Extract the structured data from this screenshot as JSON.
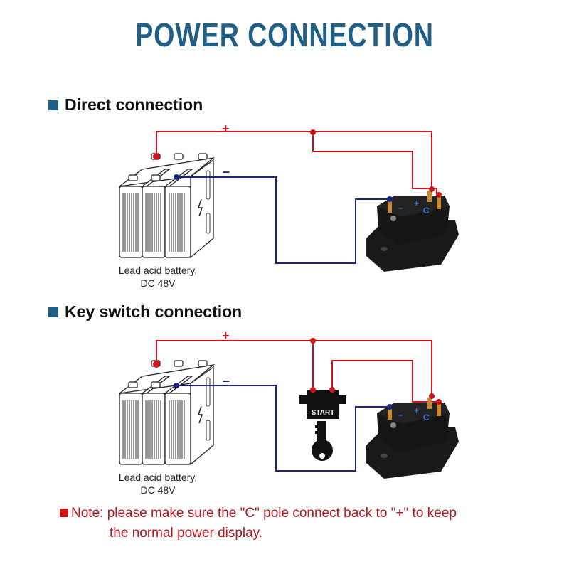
{
  "title": "POWER CONNECTION",
  "colors": {
    "title": "#1f5f86",
    "positive_wire": "#d0141c",
    "negative_wire": "#1a237e",
    "note_text": "#b3161c",
    "device_body": "#141414"
  },
  "sections": [
    {
      "heading": "Direct connection",
      "positive_label": "+",
      "negative_label": "–",
      "battery_label_line1": "Lead acid battery,",
      "battery_label_line2": "DC 48V",
      "meter_terminals": [
        "–",
        "+",
        "C"
      ]
    },
    {
      "heading": "Key switch connection",
      "positive_label": "+",
      "negative_label": "–",
      "battery_label_line1": "Lead acid battery,",
      "battery_label_line2": "DC 48V",
      "switch_label": "START",
      "meter_terminals": [
        "–",
        "+",
        "C"
      ]
    }
  ],
  "note": {
    "prefix": "Note:",
    "line1": "please make sure the \"C\" pole connect back to \"+\" to keep",
    "line2": "the normal power display."
  }
}
